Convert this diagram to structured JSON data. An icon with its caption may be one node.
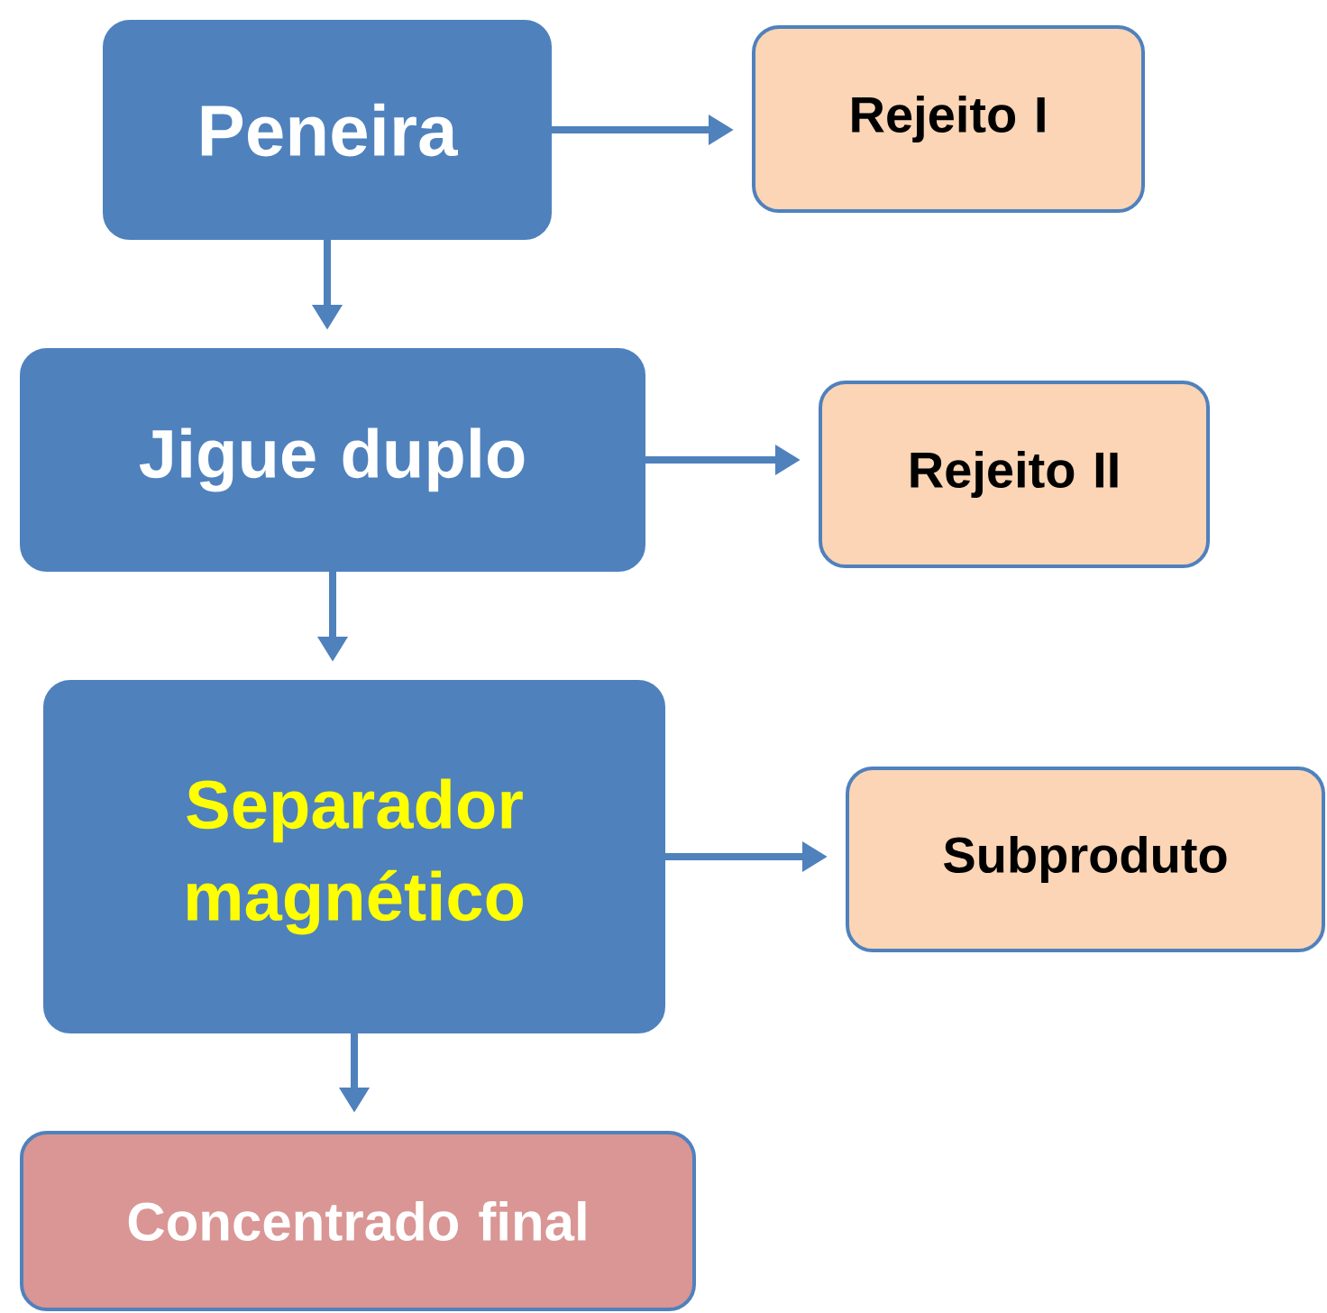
{
  "diagram": {
    "nodes": [
      {
        "text": [
          "Peneira"
        ]
      },
      {
        "text": [
          "Rejeito I"
        ]
      },
      {
        "text": [
          "Jigue duplo"
        ]
      },
      {
        "text": [
          "Rejeito II"
        ]
      },
      {
        "text": [
          "Separador magnético"
        ]
      },
      {
        "text": [
          "Subproduto"
        ]
      },
      {
        "text": [
          "Concentrado final"
        ]
      }
    ],
    "edges": [
      {
        "from": 0,
        "to": 1,
        "arrow": "to"
      },
      {
        "from": 0,
        "to": 2,
        "arrow": "to"
      },
      {
        "from": 2,
        "to": 3,
        "arrow": "to"
      },
      {
        "from": 2,
        "to": 4,
        "arrow": "to"
      },
      {
        "from": 4,
        "to": 5,
        "arrow": "to"
      },
      {
        "from": 4,
        "to": 6,
        "arrow": "to"
      }
    ]
  }
}
